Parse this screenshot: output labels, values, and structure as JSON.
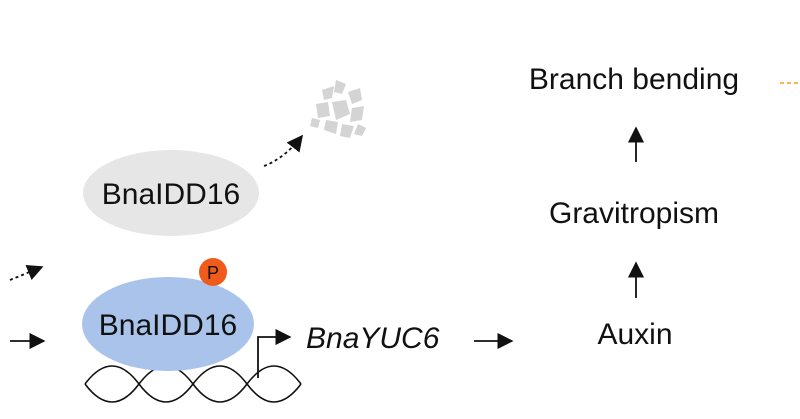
{
  "nodes": {
    "degraded_protein": "BnaIDD16",
    "bound_protein": "BnaIDD16",
    "phospho_badge": "P",
    "target_gene": "BnaYUC6",
    "auxin": "Auxin",
    "gravitropism": "Gravitropism",
    "branch_bending": "Branch bending"
  },
  "colors": {
    "degraded_ellipse": "#e6e6e6",
    "bound_ellipse": "#a9c3ea",
    "phospho_badge": "#f05a1a",
    "fragments": "#d4d4d4",
    "dashed_accent": "#f0a020",
    "text": "#111111"
  }
}
